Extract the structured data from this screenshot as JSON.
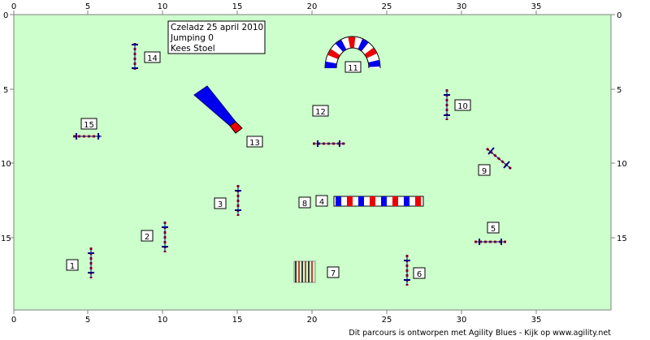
{
  "info": {
    "line1": "Czeladz 25 april 2010",
    "line2": "Jumping 0",
    "line3": "Kees Stoel"
  },
  "axes": {
    "x_ticks": [
      "0",
      "5",
      "10",
      "15",
      "20",
      "25",
      "30",
      "35"
    ],
    "y_ticks": [
      "0",
      "5",
      "10",
      "15"
    ]
  },
  "obstacles": {
    "n1": "1",
    "n2": "2",
    "n3": "3",
    "n4": "4",
    "n5": "5",
    "n6": "6",
    "n7": "7",
    "n8": "8",
    "n9": "9",
    "n10": "10",
    "n11": "11",
    "n12": "12",
    "n13": "13",
    "n14": "14",
    "n15": "15"
  },
  "footer": "Dit parcours is ontworpen met Agility Blues - Kijk op www.agility.net",
  "colors": {
    "field": "#ccffcc",
    "pole": "#000080",
    "tunnel_blue": "#0000ee",
    "tunnel_red": "#ee0000"
  }
}
